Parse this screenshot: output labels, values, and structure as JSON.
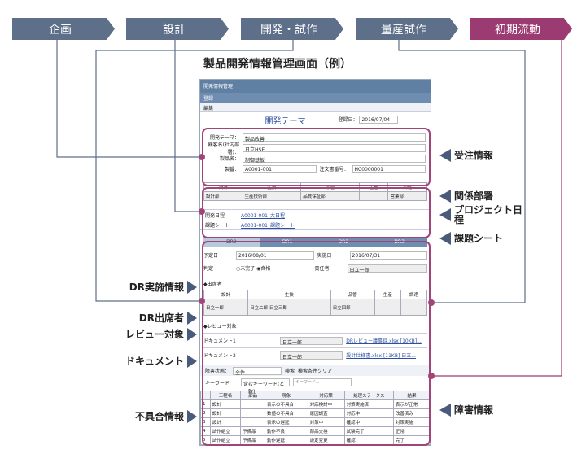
{
  "phases": [
    "企画",
    "設計",
    "開発・試作",
    "量産試作",
    "初期流動"
  ],
  "colors": {
    "phase": "#5e6f8a",
    "phase_active": "#9c3a72",
    "frame": "#a0457a"
  },
  "title": "製品開発情報管理画面（例）",
  "right_labels": [
    "受注情報",
    "関係部署",
    "プロジェクト日程",
    "課題シート",
    "障害情報"
  ],
  "left_labels": [
    "DR実施情報",
    "DR出席者",
    "レビュー対象",
    "ドキュメント",
    "不具合情報"
  ],
  "screen": {
    "window_title": "開発情報管理",
    "menu": "登録",
    "toolbar": "編集",
    "heading": "開発テーマ",
    "date_label": "登録日：",
    "date_value": "2016/07/04",
    "order": [
      {
        "label": "開発テーマ：",
        "value": "製品改善"
      },
      {
        "label": "顧客名(社内部署)：",
        "value": "日立HSE"
      },
      {
        "label": "製品名：",
        "value": "制御基板"
      }
    ],
    "model_label": "製番：",
    "model_value": "A0001-001",
    "order_no_label": "注文書番号：",
    "order_no_value": "HC0000001",
    "depts": [
      "設計",
      "生技",
      "品管",
      "生産",
      "調達"
    ],
    "dept_values": [
      "設計部",
      "生産技術部",
      "品質保証部",
      "",
      "営業部"
    ],
    "schedule_label": "開発日程",
    "schedule_link": "A0001-001_大日程",
    "issue_label": "課題シート",
    "issue_link": "A0001-001_課題シート",
    "dr_tabs": [
      "DR0",
      "DR1",
      "DR2",
      "DR3"
    ],
    "plan_label": "予定日",
    "plan_value": "2016/08/01",
    "actual_label": "実施日",
    "actual_value": "2016/07/31",
    "judge_label": "判定",
    "judge_opts": [
      "未完了",
      "合格"
    ],
    "owner_label": "責任者",
    "owner_value": "日立一郎",
    "attend_title": "◆出席者",
    "attendees": [
      "日立一郎",
      "日立二郎 日立三郎",
      "日立四郎",
      "",
      ""
    ],
    "review_title": "◆レビュー対象",
    "docs": [
      {
        "name": "ドキュメント1",
        "person": "日立一郎",
        "file": "DRレビュー議事録.xlsx [10KB]..."
      },
      {
        "name": "ドキュメント2",
        "person": "日立一郎",
        "file": "設計仕様書.xlsx [11KB] 日立..."
      }
    ],
    "filter_label": "障害状態：",
    "filter_value": "全件",
    "search_btn": "検索",
    "clear_btn": "検索条件クリア",
    "keyword_label": "キーワード",
    "keyword_value": "含むキーワード(と一致)",
    "keyword_placeholder": "キーワード...",
    "bug_cols": [
      "",
      "工程名",
      "部品",
      "現象",
      "対応策",
      "処理ステータス",
      "結果"
    ],
    "bugs": [
      [
        "1",
        "設計",
        "",
        "表示の不具合",
        "対応検討中",
        "対策実施済",
        "表示が正常"
      ],
      [
        "2",
        "設計",
        "",
        "数値の不具合",
        "原因調査",
        "対応中",
        "改善済み"
      ],
      [
        "3",
        "設計",
        "",
        "表示の遅延",
        "対策中",
        "確認中",
        "対策実施"
      ],
      [
        "4",
        "試作組立",
        "予備品",
        "動作不良",
        "部品交換",
        "試験完了",
        "正常"
      ],
      [
        "5",
        "試作組立",
        "予備品",
        "動作遅延",
        "設定変更",
        "確認",
        "完了"
      ]
    ]
  }
}
